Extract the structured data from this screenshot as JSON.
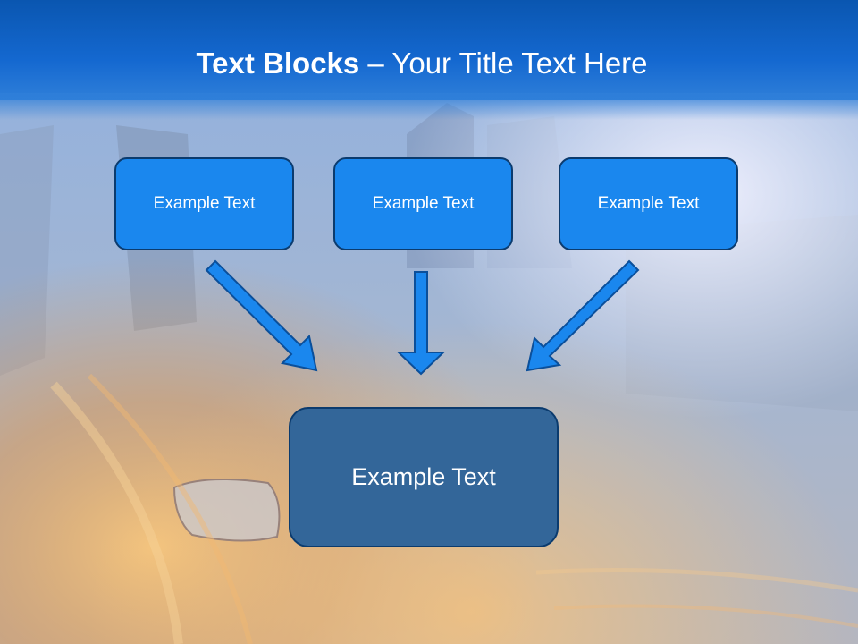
{
  "slide": {
    "title_bold": "Text Blocks",
    "title_dash": " – ",
    "title_rest": "Your Title Text Here"
  },
  "blocks": {
    "left": "Example Text",
    "middle": "Example Text",
    "right": "Example Text",
    "result": "Example Text"
  },
  "colors": {
    "header": "#1468d0",
    "small_box": "#1a87ee",
    "result_box": "#336699",
    "arrow_fill": "#1a87ee",
    "arrow_stroke": "#0b4f9a"
  }
}
